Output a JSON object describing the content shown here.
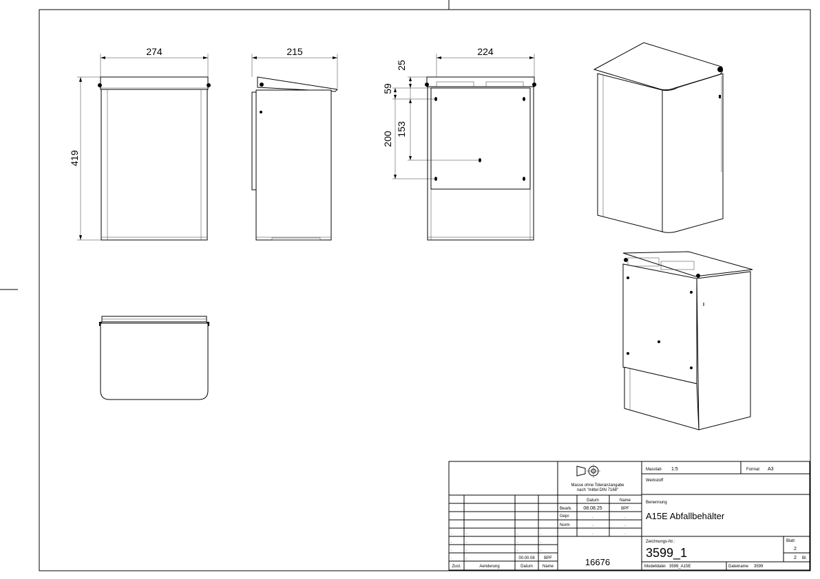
{
  "dimensions": {
    "front_width": "274",
    "front_height": "419",
    "side_depth": "215",
    "back_width": "224",
    "back_d25": "25",
    "back_d59": "59",
    "back_d153": "153",
    "back_d200": "200"
  },
  "title_block": {
    "tolerance_line1": "Masse ohne Toleranzangabe",
    "tolerance_line2": "nach \"mittel DIN 7168\"",
    "scale_label": "Masstab",
    "scale_value": "1:5",
    "format_label": "Format",
    "format_value": "A3",
    "material_label": "Werkstoff",
    "designation_label": "Benennung",
    "designation_value": "A15E Abfallbehälter",
    "drawing_no_label": "Zeichnungs-Nr.:",
    "drawing_no_value": "3599_1",
    "sheet_label": "Blatt",
    "sheet_value": "2",
    "sheet_total": "2",
    "sheet_total_suffix": "Bl.",
    "model_file_label": "Modelldatei",
    "model_file_value": "3599_A15E",
    "file_name_label": "Dateiname",
    "file_name_value": "3599",
    "drawing_number": "16676",
    "col_date": "Datum",
    "col_name": "Name",
    "row_edited": "Bearb.",
    "row_checked": "Gepr.",
    "row_norm": "Norm",
    "edited_date": "08.08.25",
    "edited_name": "BPF",
    "dot": ".",
    "rev_date": "00.00.08",
    "rev_name": "BPF",
    "rev_col_state": "Zust.",
    "rev_col_change": "Aenderung",
    "rev_col_date": "Datum",
    "rev_col_name": "Name"
  }
}
